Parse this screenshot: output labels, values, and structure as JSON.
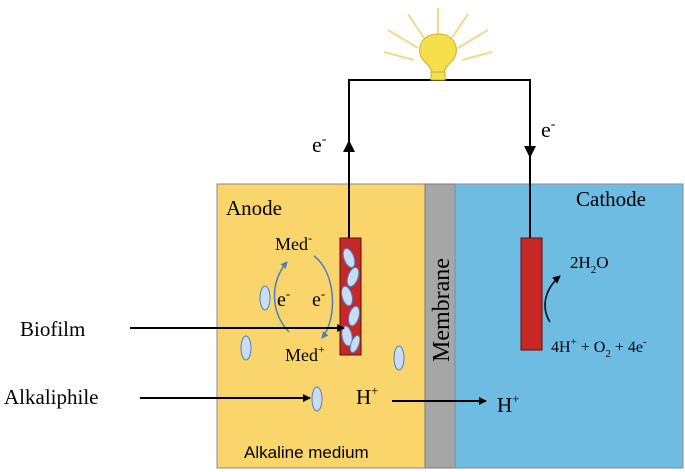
{
  "labels": {
    "anode": "Anode",
    "cathode": "Cathode",
    "membrane": "Membrane",
    "alkaline_medium": "Alkaline medium",
    "biofilm": "Biofilm",
    "alkaliphile": "Alkaliphile"
  },
  "circuit": {
    "electron_left": "e",
    "electron_right": "e",
    "minus": "-"
  },
  "anode_cycle": {
    "med_ox": "Med",
    "med_ox_sup": "-",
    "med_red": "Med",
    "med_red_sup": "+",
    "e_left": "e",
    "e_right": "e",
    "minus": "-"
  },
  "cathode_reaction": {
    "product": {
      "coef": "2H",
      "sub": "2",
      "rest": "O"
    },
    "reactants": {
      "a": "4H",
      "a_sup": "+",
      "b": " + O",
      "b_sub": "2",
      "c": " + 4e",
      "c_sup": "-"
    }
  },
  "proton": {
    "left": "H",
    "right": "H",
    "sup": "+"
  },
  "colors": {
    "anode_fill": "#FAD56B",
    "cathode_fill": "#6FBCE3",
    "membrane_fill": "#A6A6A6",
    "electrode_fill": "#C62828",
    "bacteria_fill": "#C9DDF2",
    "bacteria_stroke": "#4F7FBF",
    "cycle_arrow": "#4A7EBB",
    "bulb": "#F5E04C",
    "ray": "#F2D98A"
  }
}
